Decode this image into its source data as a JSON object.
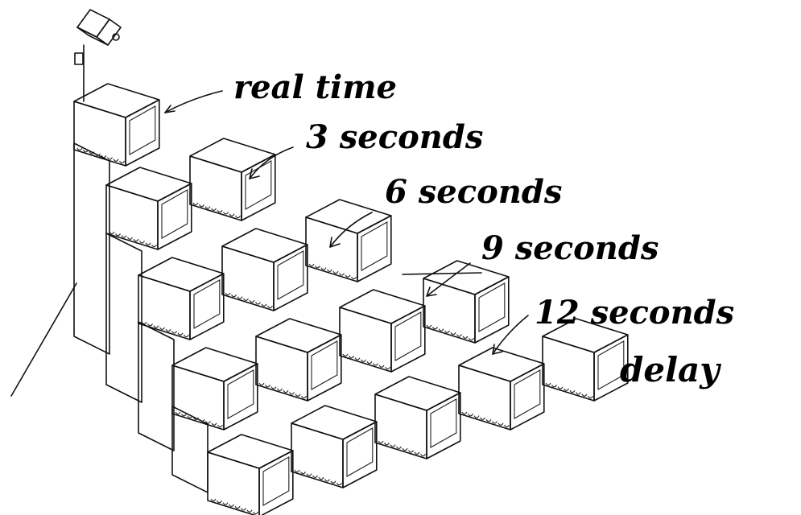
{
  "labels": {
    "real_time": "real time",
    "three_seconds": "3 seconds",
    "six_seconds": "6 seconds",
    "nine_seconds": "9 seconds",
    "twelve_seconds": "12 seconds",
    "delay": "delay"
  },
  "tiers": [
    {
      "monitors": 1,
      "label": "real time"
    },
    {
      "monitors": 2,
      "label": "3 seconds"
    },
    {
      "monitors": 3,
      "label": "6 seconds"
    },
    {
      "monitors": 4,
      "label": "9 seconds"
    },
    {
      "monitors": 5,
      "label": "12 seconds delay"
    }
  ],
  "icons": {
    "camera": "video-camera-icon"
  }
}
